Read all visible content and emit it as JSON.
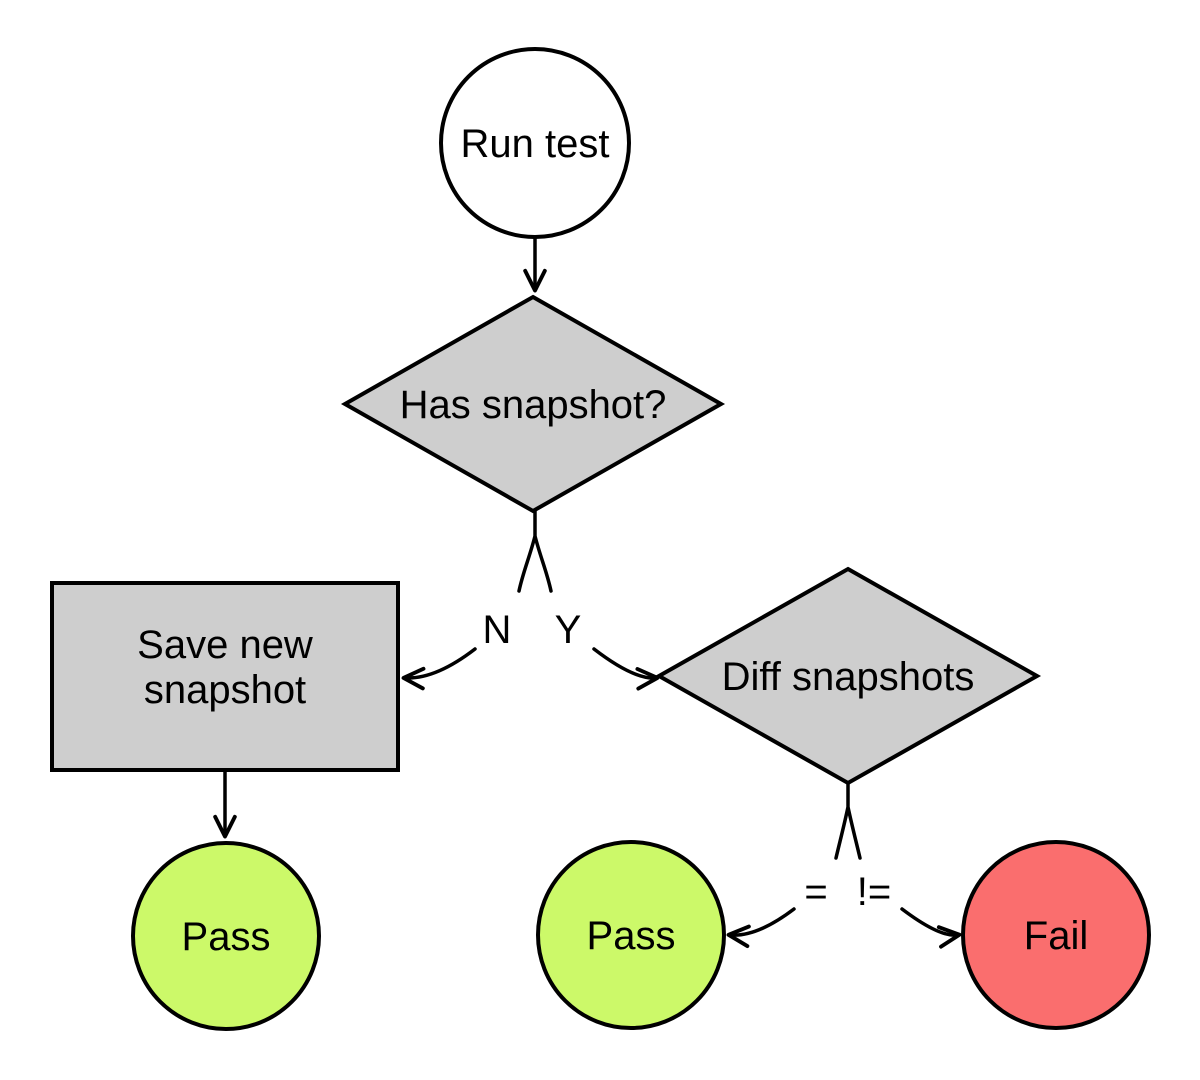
{
  "diagram": {
    "kind": "flowchart",
    "background": "#ffffff"
  },
  "nodes": {
    "run_test": {
      "label": "Run test",
      "shape": "circle",
      "fill": "#ffffff"
    },
    "has_snapshot": {
      "label": "Has snapshot?",
      "shape": "diamond",
      "fill": "#cecece"
    },
    "save_new_snapshot": {
      "label_line1": "Save new",
      "label_line2": "snapshot",
      "shape": "rectangle",
      "fill": "#cecece"
    },
    "diff_snapshots": {
      "label": "Diff snapshots",
      "shape": "diamond",
      "fill": "#cecece"
    },
    "pass_no_branch": {
      "label": "Pass",
      "shape": "circle",
      "fill": "#ccf969"
    },
    "pass_equal_branch": {
      "label": "Pass",
      "shape": "circle",
      "fill": "#ccf969"
    },
    "fail": {
      "label": "Fail",
      "shape": "circle",
      "fill": "#fa6e6e"
    }
  },
  "edge_labels": {
    "no": "N",
    "yes": "Y",
    "equal": "=",
    "not_equal": "!="
  },
  "colors": {
    "stroke": "#000000",
    "decision_fill": "#cecece",
    "process_fill": "#cecece",
    "start_fill": "#ffffff",
    "pass_fill": "#ccf969",
    "fail_fill": "#fa6e6e",
    "background": "#ffffff"
  }
}
